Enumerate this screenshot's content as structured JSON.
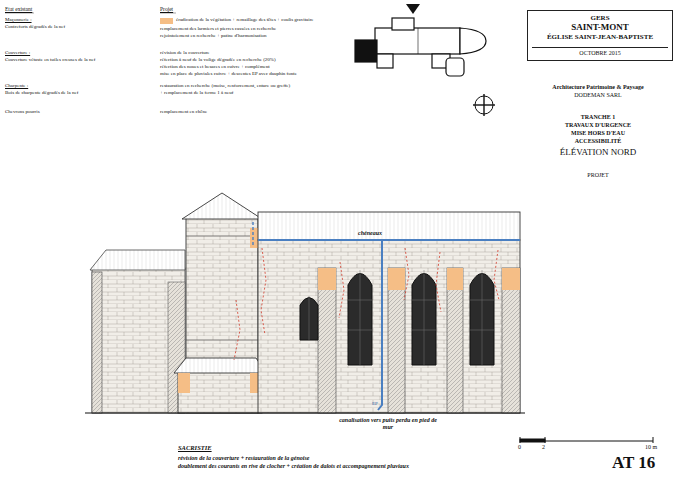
{
  "diagram": {
    "nodes": [
      {
        "text": [
          "GERS",
          "SAINT-MONT",
          "ÉGLISE SAINT-JEAN-BAPTISTE",
          "OCTOBRE 2015"
        ]
      }
    ],
    "labels": [
      "Etat existant",
      "Projet",
      "Maçonnerie :",
      "Contreforts dégradés de la nef",
      "remplacement des larmiers et pierres cassées en recherche",
      "rejointoiement en recherche + patine d'harmonisation",
      "Couverture :",
      "Couverture vétuste en tuiles creuses de la nef",
      "révision de la couverture",
      "réfection à neuf de la volige dégradée en recherche (20%)",
      "réfection des noues et besaces en cuivre + complément",
      "mise en place de pluviales cuivre + descentes EP avec dauphin fonte",
      "Charpente :",
      "Bois de charpente dégradés de la nef",
      "restauration en recherche (moise, renforcement, enture ou greffe)",
      "+ remplacement de la ferme 1 à neuf",
      "Chevrons pourris",
      "remplacement en chêne",
      "Architecture Patrimoine & Paysage",
      "DODEMAN SARL",
      "TRANCHE 1",
      "TRAVAUX D'URGENCE",
      "MISE HORS D'EAU",
      "ACCESSIBILITÉ",
      "ÉLÉVATION NORD",
      "PROJET",
      "chéneaux",
      "EP",
      "canalisation vers puits perdu en pied de mur",
      "SACRISTIE",
      "révision de la couverture + restauration de la génoise",
      "doublement des courants en rive de clocher + création de dalots et accompagnement pluviaux",
      "0",
      "2",
      "10 m",
      "AT 16"
    ],
    "legend": [
      {
        "text": "éradication de la végétation + remaillage des têtes + coulis gravitaire",
        "color": "#f5be86"
      }
    ]
  }
}
